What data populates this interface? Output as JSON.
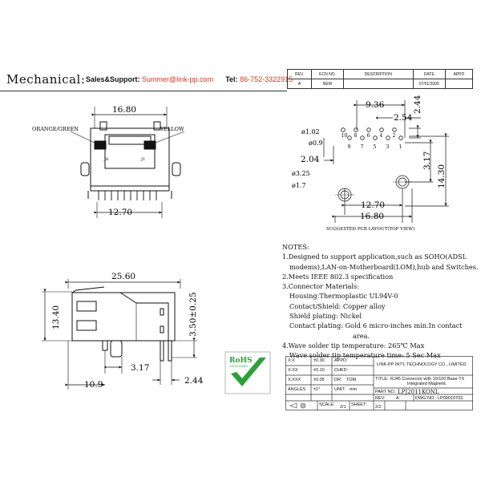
{
  "header": {
    "title": "Mechanical:",
    "sales_label": "Sales&Support:",
    "sales_email": "Summer@link-pp.com",
    "tel_label": "Tel:",
    "tel_number": "86-752-3322915"
  },
  "revision_table": {
    "headers": [
      "REV.",
      "ECN NO.",
      "DESCRIPTION",
      "DATE",
      "APPD"
    ],
    "row": [
      "A",
      "NEW",
      "",
      "07/01/2009",
      ""
    ]
  },
  "front_view": {
    "width_dim": "16.80",
    "pin_span_dim": "12.70",
    "left_led_label": "ORANGE/GREEN",
    "right_led_label": "YELLOW",
    "pin_left_label": "J8",
    "pin_right_label": "J1"
  },
  "pcb_layout": {
    "dims": {
      "top_span": "9.36",
      "pitch": "2.54",
      "row_offset": "2.44",
      "pin_dia_large": "ø1.02",
      "pin_dia_small": "ø0.9",
      "row_gap": "2.04",
      "vertical_a": "3.17",
      "vertical_b": "14.30",
      "post_dia_large": "ø3.25",
      "post_dia_small": "ø1.7",
      "post_span": "12.70",
      "overall_width": "16.80"
    },
    "pin_numbers": [
      "10",
      "9",
      "8",
      "7",
      "6",
      "5",
      "4",
      "3",
      "2",
      "1"
    ],
    "caption": "SUGGESTED PCB LAYOUT(TOP VIEW)"
  },
  "side_view": {
    "length": "25.60",
    "height": "13.40",
    "standoff": "3.50±0.25",
    "pin_offset": "3.17",
    "pin_gap": "2.44",
    "front_offset": "10.9"
  },
  "notes": {
    "heading": "NOTES:",
    "lines": [
      "1.Designed to support application,such as SOHO(ADSL",
      "modems),LAN-on-Motherboard(LOM),hub and Switches.",
      "2.Meets IEEE 802.3 specification",
      "3.Connector Materials:",
      "Housing:Thermoplastic UL94V-0",
      "Contact/Shield: Copper alloy",
      "Shield plating: Nickel",
      "Contact plating: Gold 6 micro-inches min.In contact",
      "area.",
      "4.Wave solder tip temperature: 265℃ Max",
      "Wave solder tip temperature time: 5 Sec Max"
    ]
  },
  "rohs": {
    "label": "RoHS",
    "sublabel": "2002/95/EC",
    "color": "#2ea03a"
  },
  "title_block": {
    "tol_x": "X:X",
    "tol_x_val": "±0.30",
    "tol_xx": "X:XX",
    "tol_xx_val": "±0.10",
    "tol_xxx": "X:XXX",
    "tol_xxx_val": "±0.05",
    "angle_label": "ANGLES",
    "angle_val": "±1°",
    "appd": "APPD:",
    "chkd": "CHKD:",
    "dr": "DR:",
    "dr_val": "TOM",
    "company": "LINK-PP INT'L TECHNOLOGY CO., LIMITED",
    "title_label": "TITLE:",
    "title_val_1": "RJ45 Connector with 10/100 Base-TX",
    "title_val_2": "Integrated Magnetic",
    "part_no_label": "PART NO.:",
    "part_no": "LPJ2011KONL",
    "unit_label": "UNIT:",
    "unit_val": "mm",
    "rev_label": "REV:",
    "rev_val": "A",
    "dwg_label": "DWG NO.:",
    "dwg_val": "LP09010703",
    "scale_label": "SCALE:",
    "scale_val": "2/1",
    "sheet_label": "SHEET:",
    "sheet_val": "2/2"
  }
}
